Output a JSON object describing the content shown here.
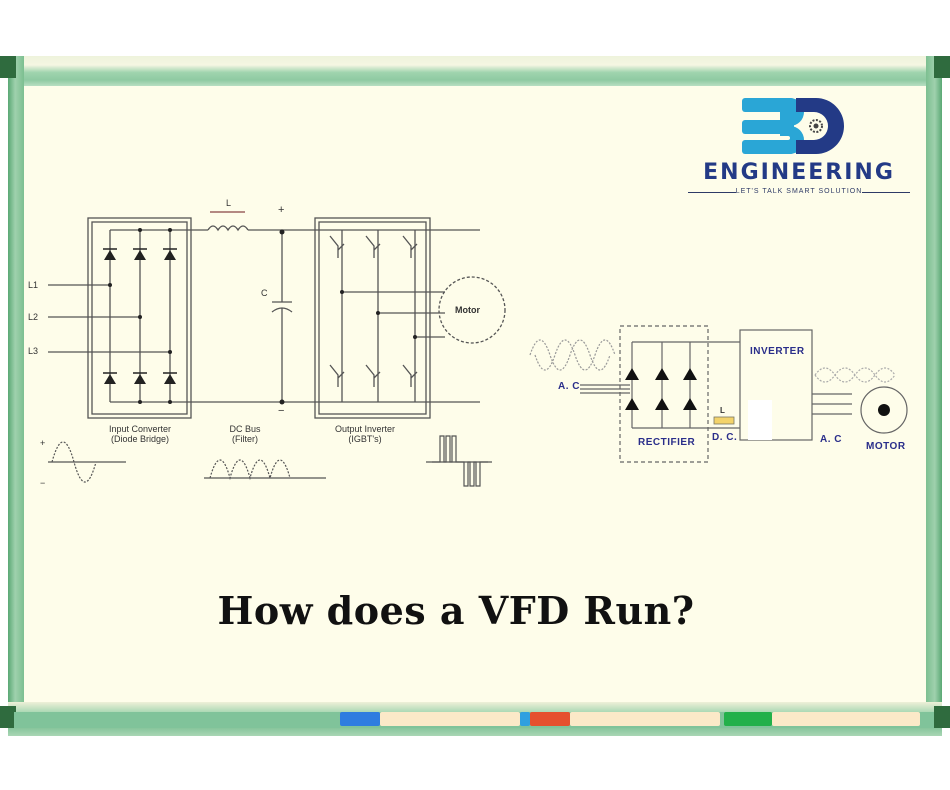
{
  "logo": {
    "brand_letters": "BD",
    "wordmark": "ENGINEERING",
    "tagline": "LET'S TALK SMART SOLUTION",
    "colors": {
      "primary_blue": "#2aa6d6",
      "dark_blue": "#233a86"
    }
  },
  "left_diagram": {
    "inputs": [
      "L1",
      "L2",
      "L3"
    ],
    "inductor_label": "L",
    "capacitor_label": "C",
    "plus_label": "+",
    "minus_label": "−",
    "motor_label": "Motor",
    "section_labels": [
      {
        "line1": "Input Converter",
        "line2": "(Diode Bridge)"
      },
      {
        "line1": "DC Bus",
        "line2": "(Filter)"
      },
      {
        "line1": "Output Inverter",
        "line2": "(IGBT's)"
      }
    ],
    "waveform_signs": {
      "plus": "+",
      "minus": "−"
    }
  },
  "right_diagram": {
    "ac_in_label": "A. C",
    "rectifier_label": "RECTIFIER",
    "dc_label": "D. C.",
    "dc_component_label": "L",
    "inverter_label": "INVERTER",
    "ac_out_label": "A. C",
    "motor_label": "MOTOR"
  },
  "headline": "How does a VFD Run?",
  "markers": [
    {
      "name": "blue",
      "color": "#2f7de0"
    },
    {
      "name": "red",
      "color": "#e5502e"
    },
    {
      "name": "green",
      "color": "#22b04a"
    }
  ]
}
